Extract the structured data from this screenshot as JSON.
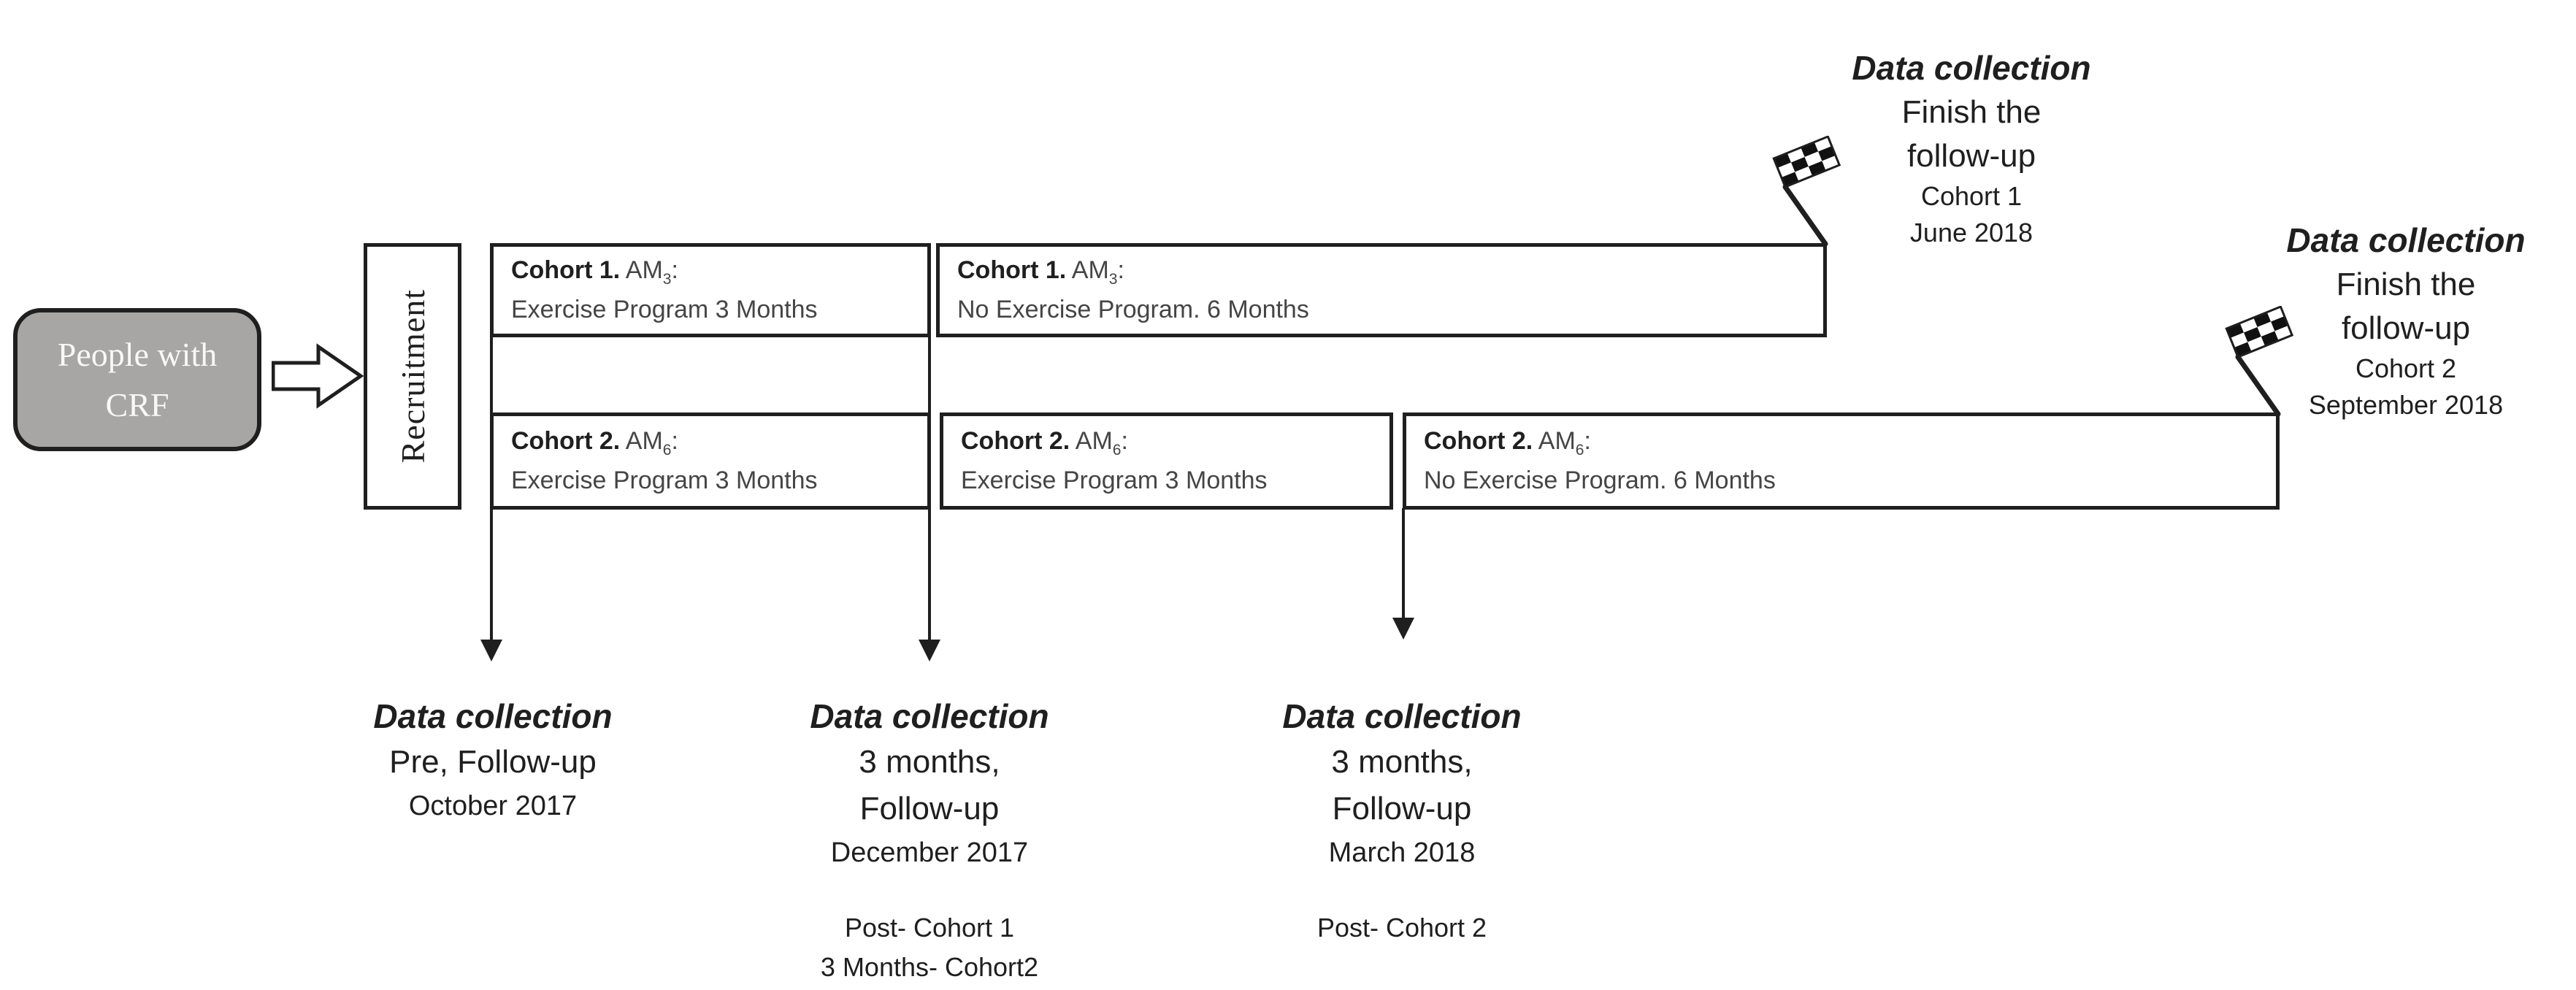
{
  "palette": {
    "bg": "#ffffff",
    "box_gray": "#a8a6a4",
    "line_dark": "#1f1f1f",
    "text_secondary": "#454545",
    "text_white": "#f8f8f8"
  },
  "start": {
    "line1": "People with",
    "line2": "CRF"
  },
  "recruitment": {
    "label": "Recruitment"
  },
  "cohort_boxes": [
    {
      "cohort": "Cohort 1.",
      "am": "AM",
      "sub": "3",
      "suffix": ":",
      "program": "Exercise Program 3 Months"
    },
    {
      "cohort": "Cohort 1.",
      "am": "AM",
      "sub": "3",
      "suffix": ":",
      "program": "No Exercise Program. 6 Months"
    },
    {
      "cohort": "Cohort 2.",
      "am": "AM",
      "sub": "6",
      "suffix": ":",
      "program": "Exercise Program 3 Months"
    },
    {
      "cohort": "Cohort 2.",
      "am": "AM",
      "sub": "6",
      "suffix": ":",
      "program": "Exercise Program 3 Months"
    },
    {
      "cohort": "Cohort 2.",
      "am": "AM",
      "sub": "6",
      "suffix": ":",
      "program": "No Exercise Program. 6 Months"
    }
  ],
  "finish_milestones": [
    {
      "title": "Data collection",
      "line1": "Finish the",
      "line2": "follow-up",
      "cohort": "Cohort 1",
      "date": "June 2018"
    },
    {
      "title": "Data collection",
      "line1": "Finish the",
      "line2": "follow-up",
      "cohort": "Cohort 2",
      "date": "September 2018"
    }
  ],
  "collections": [
    {
      "title": "Data collection",
      "lines": [
        "Pre, Follow-up"
      ],
      "date": "October 2017",
      "notes": []
    },
    {
      "title": "Data collection",
      "lines": [
        "3 months,",
        "Follow-up"
      ],
      "date": "December 2017",
      "notes": [
        "Post- Cohort 1",
        "3 Months- Cohort2"
      ]
    },
    {
      "title": "Data collection",
      "lines": [
        "3 months,",
        "Follow-up"
      ],
      "date": "March 2018",
      "notes": [
        "Post- Cohort 2"
      ]
    }
  ]
}
